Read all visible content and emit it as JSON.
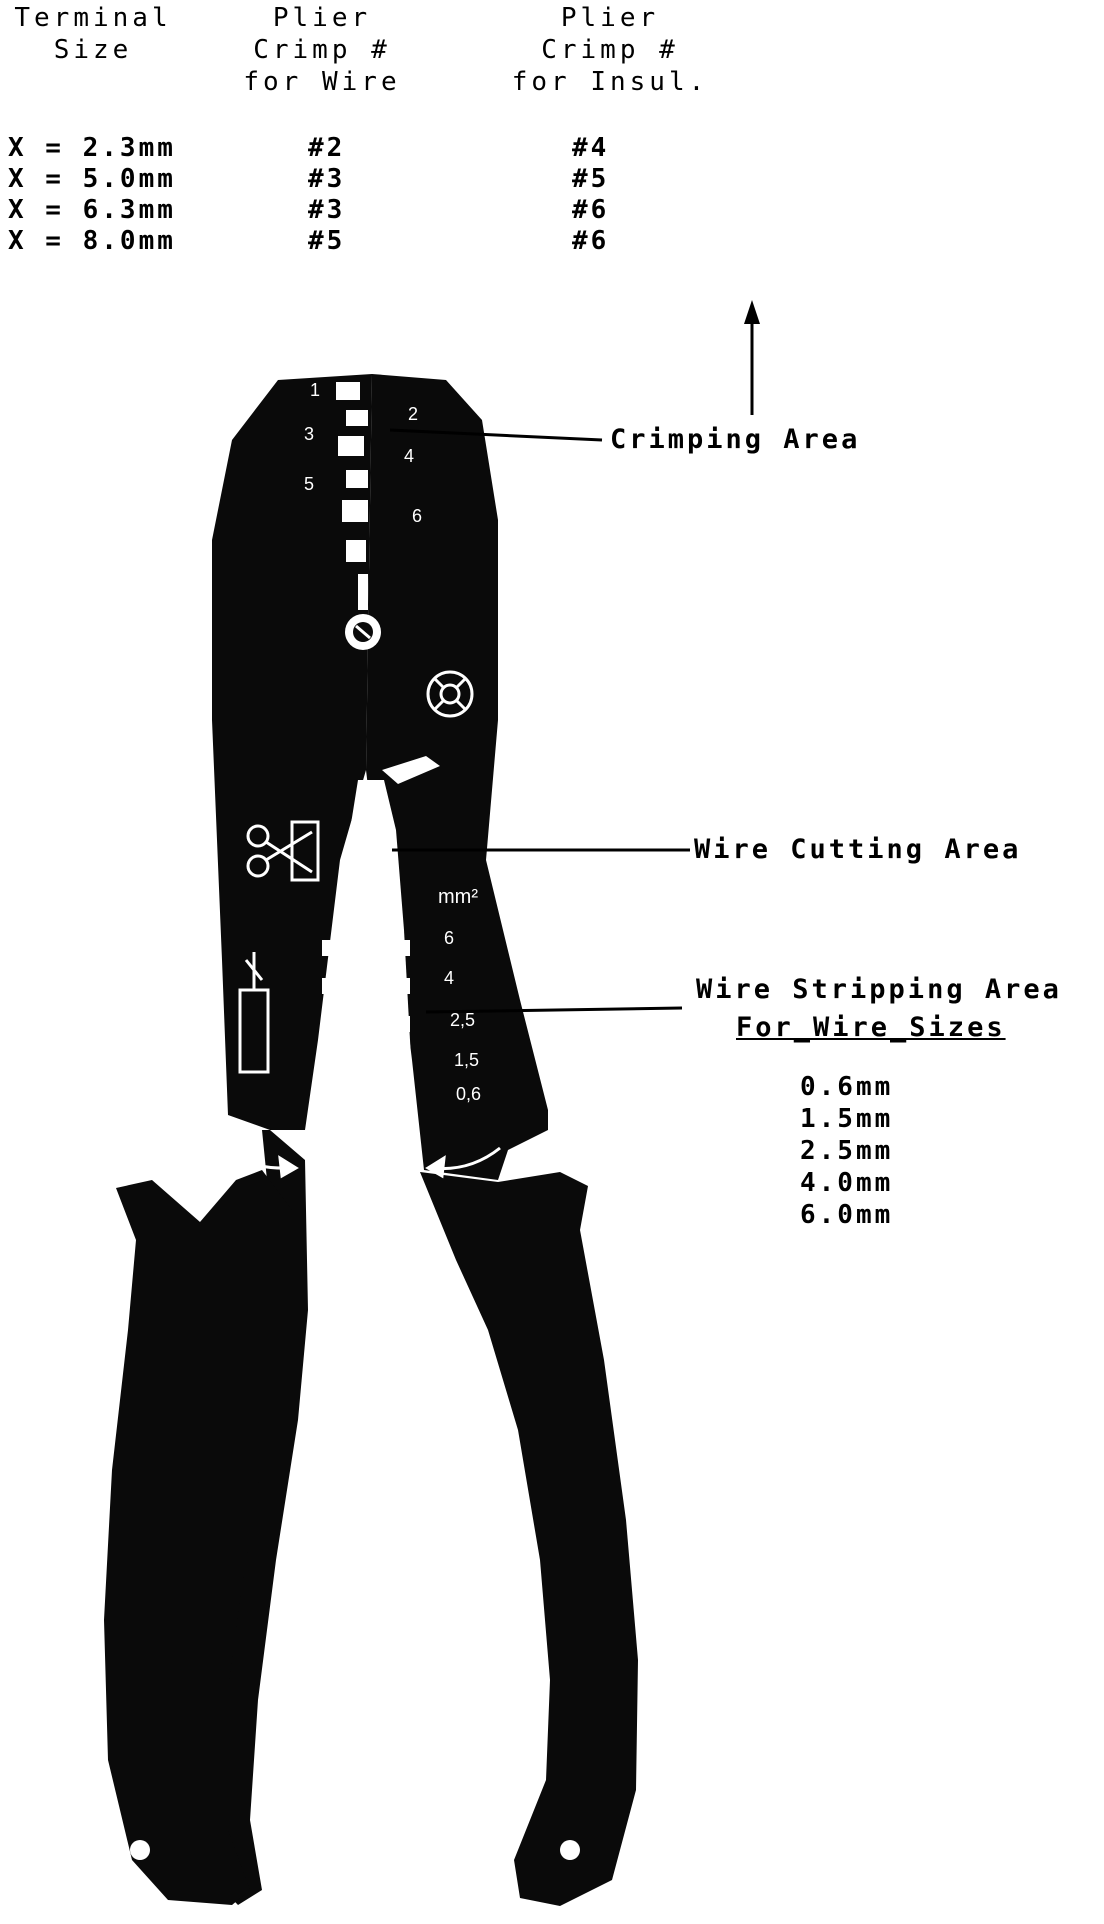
{
  "table": {
    "headers": [
      {
        "line1": "",
        "line2": "Terminal",
        "line3": "Size"
      },
      {
        "line1": "Plier",
        "line2": "Crimp #",
        "line3": "for Wire"
      },
      {
        "line1": "Plier",
        "line2": "Crimp #",
        "line3": "for Insul."
      }
    ],
    "rows": [
      {
        "size": "X = 2.3mm",
        "wire": "#2",
        "insul": "#4"
      },
      {
        "size": "X = 5.0mm",
        "wire": "#3",
        "insul": "#5"
      },
      {
        "size": "X = 6.3mm",
        "wire": "#3",
        "insul": "#6"
      },
      {
        "size": "X = 8.0mm",
        "wire": "#5",
        "insul": "#6"
      }
    ]
  },
  "callouts": {
    "crimping": "Crimping Area",
    "cutting": "Wire Cutting Area",
    "stripping": "Wire Stripping Area",
    "stripping_sub": "For_Wire_Sizes"
  },
  "wire_sizes": [
    "0.6mm",
    "1.5mm",
    "2.5mm",
    "4.0mm",
    "6.0mm"
  ],
  "tool_markings": {
    "crimp_left": [
      "1",
      "3",
      "5"
    ],
    "crimp_right": [
      "2",
      "4",
      "6"
    ],
    "strip_unit": "mm²",
    "strip_sizes": [
      "6",
      "4",
      "2,5",
      "1,5",
      "0,6"
    ]
  },
  "colors": {
    "ink": "#000000",
    "tool": "#0a0a0a",
    "marking": "#ffffff"
  }
}
